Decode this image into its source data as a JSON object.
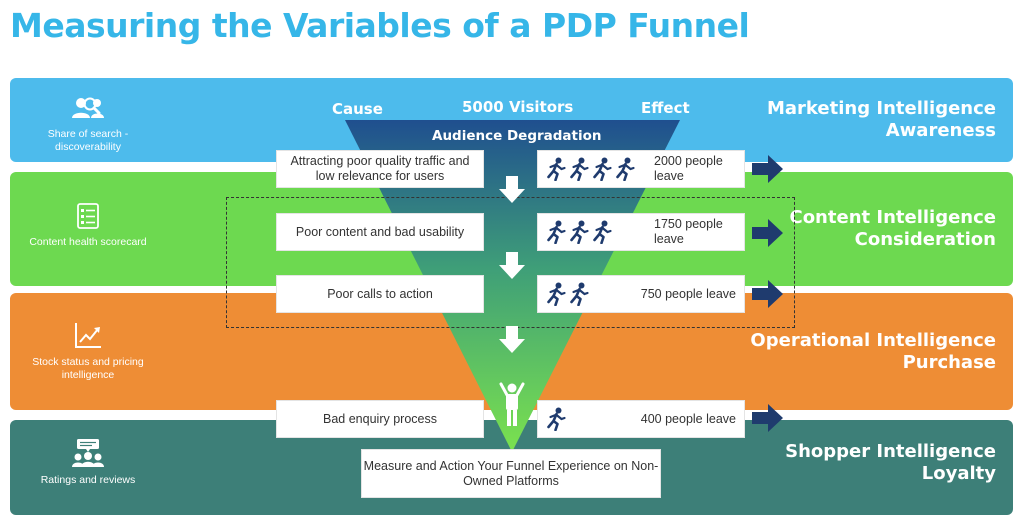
{
  "title": "Measuring the Variables of a PDP Funnel",
  "funnel": {
    "cause_header": "Cause",
    "visitors_header": "5000 Visitors",
    "effect_header": "Effect",
    "degradation_label": "Audience Degradation"
  },
  "stages": [
    {
      "side_label": "Share of search - discoverability",
      "side_icon": "user-search-icon",
      "right_label_line1": "Marketing Intelligence",
      "right_label_line2": "Awareness",
      "color": "#4dbbec"
    },
    {
      "side_label": "Content health scorecard",
      "side_icon": "checklist-icon",
      "right_label_line1": "Content Intelligence",
      "right_label_line2": "Consideration",
      "color": "#6dd950"
    },
    {
      "side_label": "Stock status and pricing intelligence",
      "side_icon": "trend-chart-icon",
      "right_label_line1": "Operational Intelligence",
      "right_label_line2": "Purchase",
      "color": "#ee8d35"
    },
    {
      "side_label": "Ratings and reviews",
      "side_icon": "group-review-icon",
      "right_label_line1": "Shopper Intelligence",
      "right_label_line2": "Loyalty",
      "color": "#3d7f78"
    }
  ],
  "rows": [
    {
      "cause": "Attracting poor quality traffic and low relevance for users",
      "effect": "2000 people leave",
      "runners": 4
    },
    {
      "cause": "Poor content and bad usability",
      "effect": "1750 people leave",
      "runners": 3
    },
    {
      "cause": "Poor calls to action",
      "effect": "750 people leave",
      "runners": 2
    },
    {
      "cause": "Bad enquiry process",
      "effect": "400 people leave",
      "runners": 1
    }
  ],
  "bottom_box": "Measure and Action Your Funnel Experience on Non-Owned Platforms",
  "colors": {
    "title": "#36b6e8",
    "runner": "#1f3b6e",
    "arrow_right": "#1f3b6e",
    "funnel_top": "#1f4f8f",
    "funnel_bottom": "#7be24e"
  }
}
